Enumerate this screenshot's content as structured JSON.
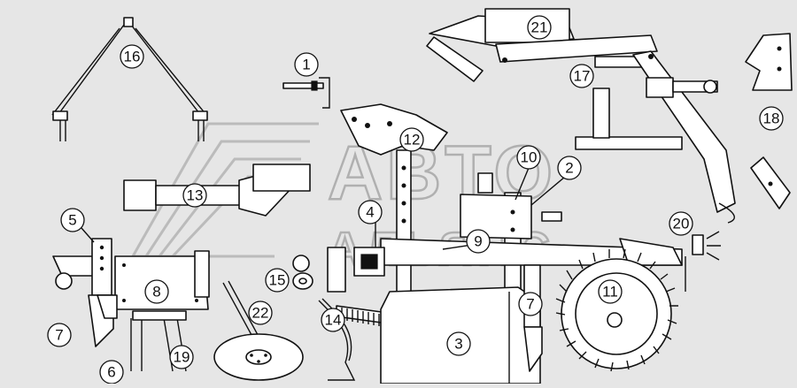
{
  "watermark": {
    "line1": "ABTO",
    "line2": "АЛЬЯНС"
  },
  "colors": {
    "background": "#e6e6e6",
    "line": "#111111",
    "watermark": "#b0b0b0"
  },
  "callouts": [
    {
      "id": "c1",
      "label": "1"
    },
    {
      "id": "c2",
      "label": "2"
    },
    {
      "id": "c3",
      "label": "3"
    },
    {
      "id": "c4",
      "label": "4"
    },
    {
      "id": "c5",
      "label": "5"
    },
    {
      "id": "c6",
      "label": "6"
    },
    {
      "id": "c7a",
      "label": "7"
    },
    {
      "id": "c7b",
      "label": "7"
    },
    {
      "id": "c8",
      "label": "8"
    },
    {
      "id": "c9",
      "label": "9"
    },
    {
      "id": "c10",
      "label": "10"
    },
    {
      "id": "c11",
      "label": "11"
    },
    {
      "id": "c12",
      "label": "12"
    },
    {
      "id": "c13",
      "label": "13"
    },
    {
      "id": "c14",
      "label": "14"
    },
    {
      "id": "c15",
      "label": "15"
    },
    {
      "id": "c16",
      "label": "16"
    },
    {
      "id": "c17",
      "label": "17"
    },
    {
      "id": "c18",
      "label": "18"
    },
    {
      "id": "c19",
      "label": "19"
    },
    {
      "id": "c20",
      "label": "20"
    },
    {
      "id": "c21",
      "label": "21"
    },
    {
      "id": "c22",
      "label": "22"
    }
  ]
}
